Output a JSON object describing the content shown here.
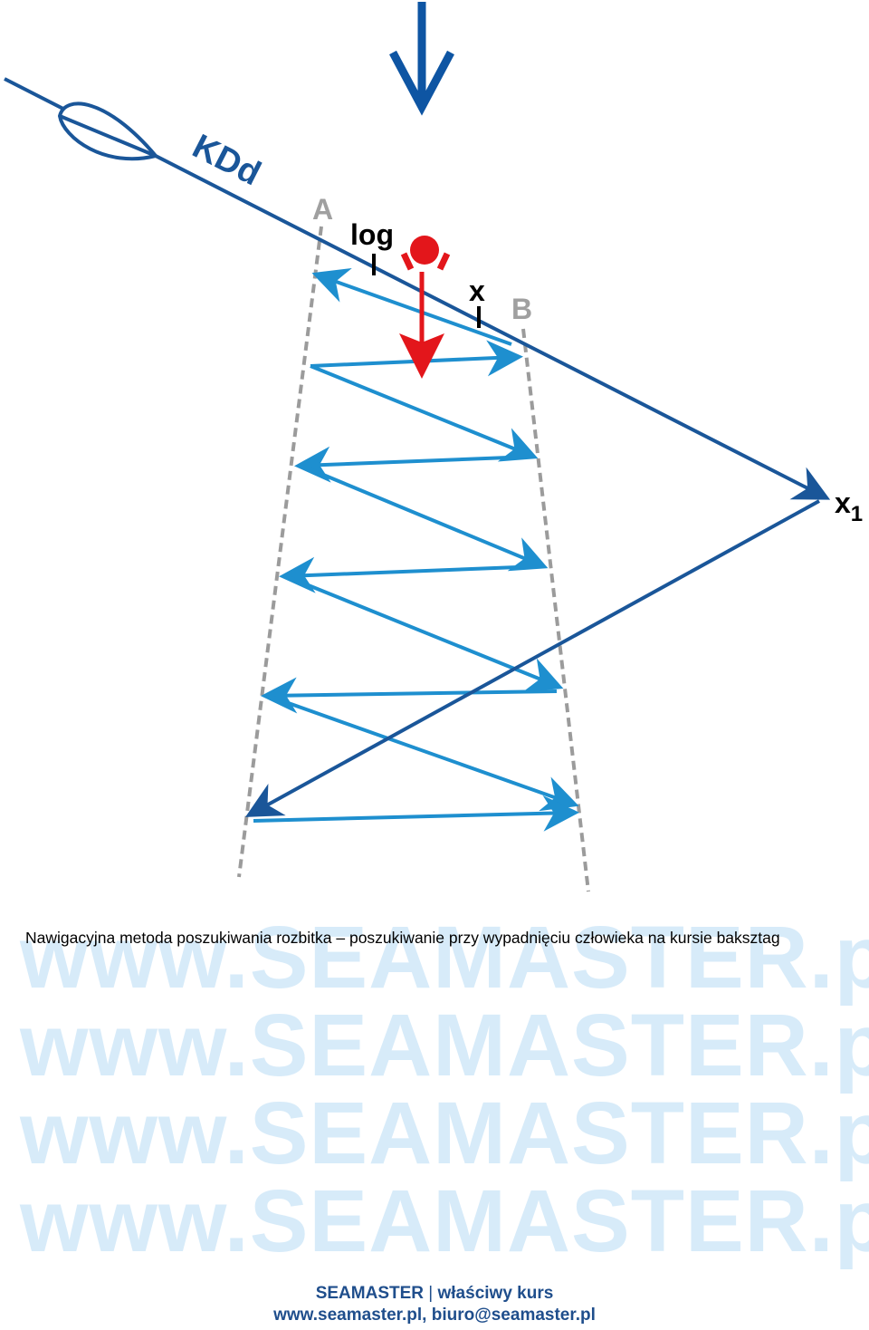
{
  "diagram": {
    "labels": {
      "course": "KDd",
      "point_a": "A",
      "point_b": "B",
      "log": "log",
      "x": "x",
      "x1_base": "x",
      "x1_sub": "1"
    },
    "colors": {
      "course_line": "#1a5699",
      "search_legs": "#1e8fcf",
      "drift_arrow": "#e3161b",
      "boundary_lines": "#9b9b9b",
      "north_arrow": "#0e55a3"
    },
    "icons": [
      "north-arrow-icon",
      "boat-icon",
      "person-overboard-icon"
    ]
  },
  "watermark": {
    "lines": [
      "www.SEAMASTER.pl",
      "www.SEAMASTER.pl",
      "www.SEAMASTER.pl",
      "www.SEAMASTER.pl"
    ]
  },
  "caption": {
    "text": "Nawigacyjna metoda poszukiwania rozbitka – poszukiwanie przy wypadnięciu człowieka na kursie baksztag"
  },
  "footer": {
    "brand": "SEAMASTER",
    "separator": "|",
    "tagline": "właściwy kurs",
    "contact": "www.seamaster.pl, biuro@seamaster.pl"
  }
}
